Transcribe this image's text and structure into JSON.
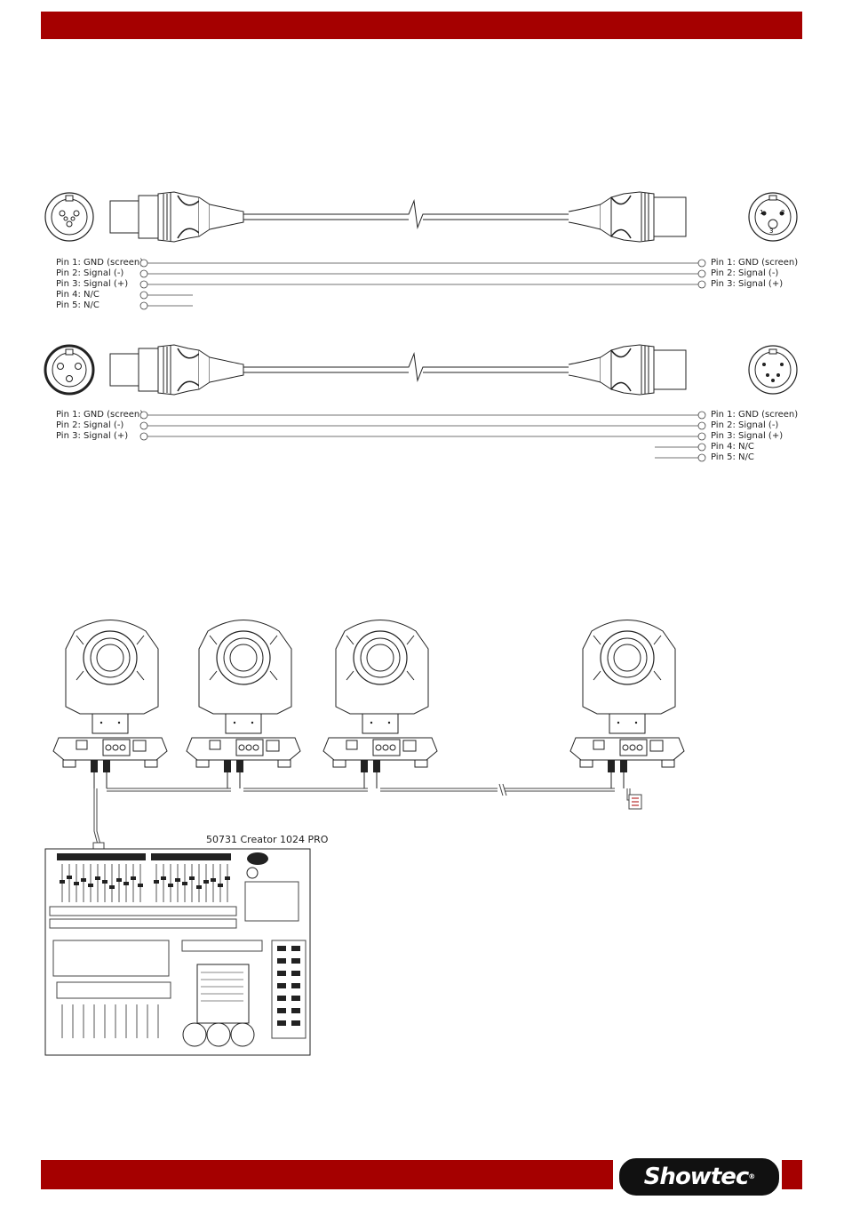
{
  "diagram1": {
    "left_pins": [
      "Pin 1: GND (screen)",
      "Pin 2: Signal (-)",
      "Pin 3: Signal (+)",
      "Pin 4: N/C",
      "Pin 5: N/C"
    ],
    "right_pins": [
      "Pin 1: GND (screen)",
      "Pin 2: Signal (-)",
      "Pin 3: Signal (+)"
    ]
  },
  "diagram2": {
    "left_pins": [
      "Pin 1: GND (screen)",
      "Pin 2: Signal (-)",
      "Pin 3: Signal (+)"
    ],
    "right_pins": [
      "Pin 1: GND (screen)",
      "Pin 2: Signal (-)",
      "Pin 3: Signal (+)",
      "Pin 4: N/C",
      "Pin 5: N/C"
    ]
  },
  "connector_digits": [
    "1",
    "2",
    "3"
  ],
  "controller_label": "50731 Creator 1024 PRO",
  "logo": {
    "text": "Showtec",
    "mark": "®"
  },
  "colors": {
    "brand_bar": "#a50000"
  },
  "icons": [
    "xlr-female-connector-icon",
    "xlr-male-connector-icon",
    "moving-head-fixture-icon",
    "dmx-controller-icon",
    "terminator-icon"
  ]
}
